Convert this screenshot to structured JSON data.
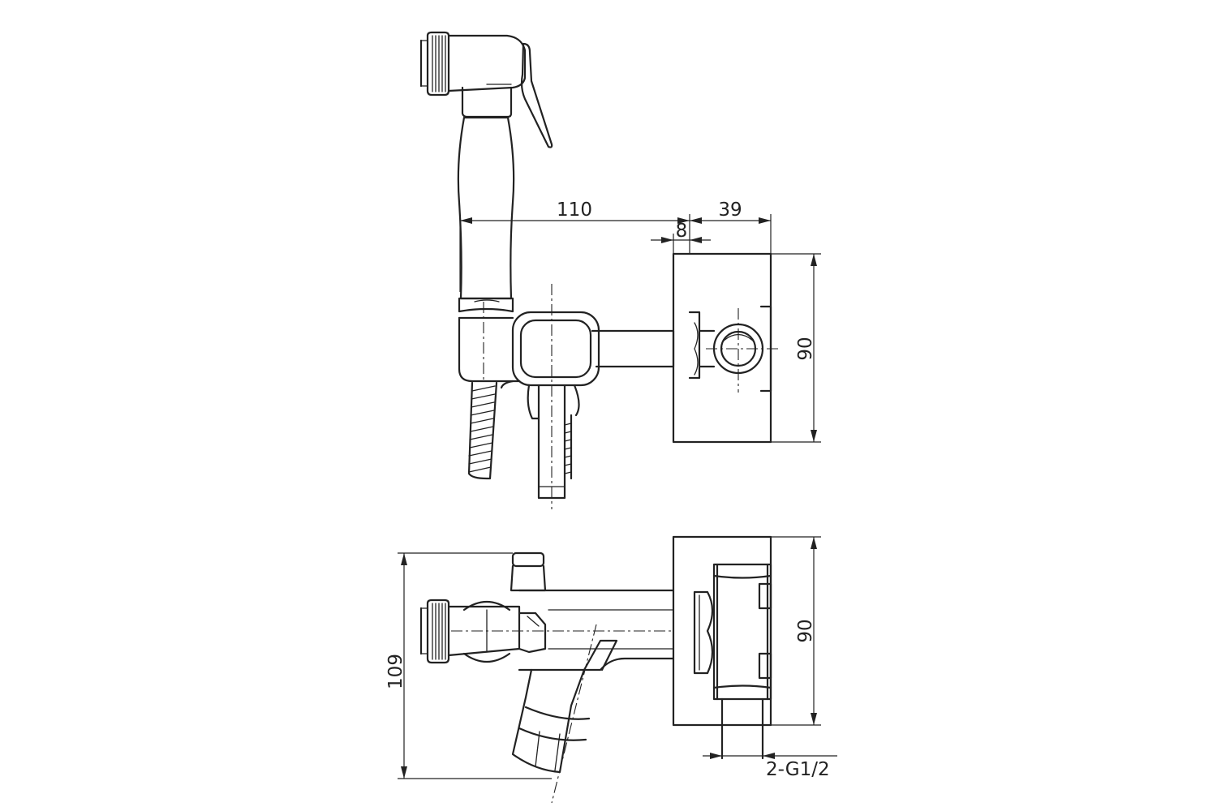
{
  "dimensions": {
    "top_width_110": "110",
    "top_width_39": "39",
    "top_offset_8": "8",
    "top_height_90": "90",
    "bottom_height_109": "109",
    "bottom_height_90": "90",
    "thread_label": "2-G1/2"
  },
  "colors": {
    "line": "#222222",
    "background": "#ffffff"
  }
}
